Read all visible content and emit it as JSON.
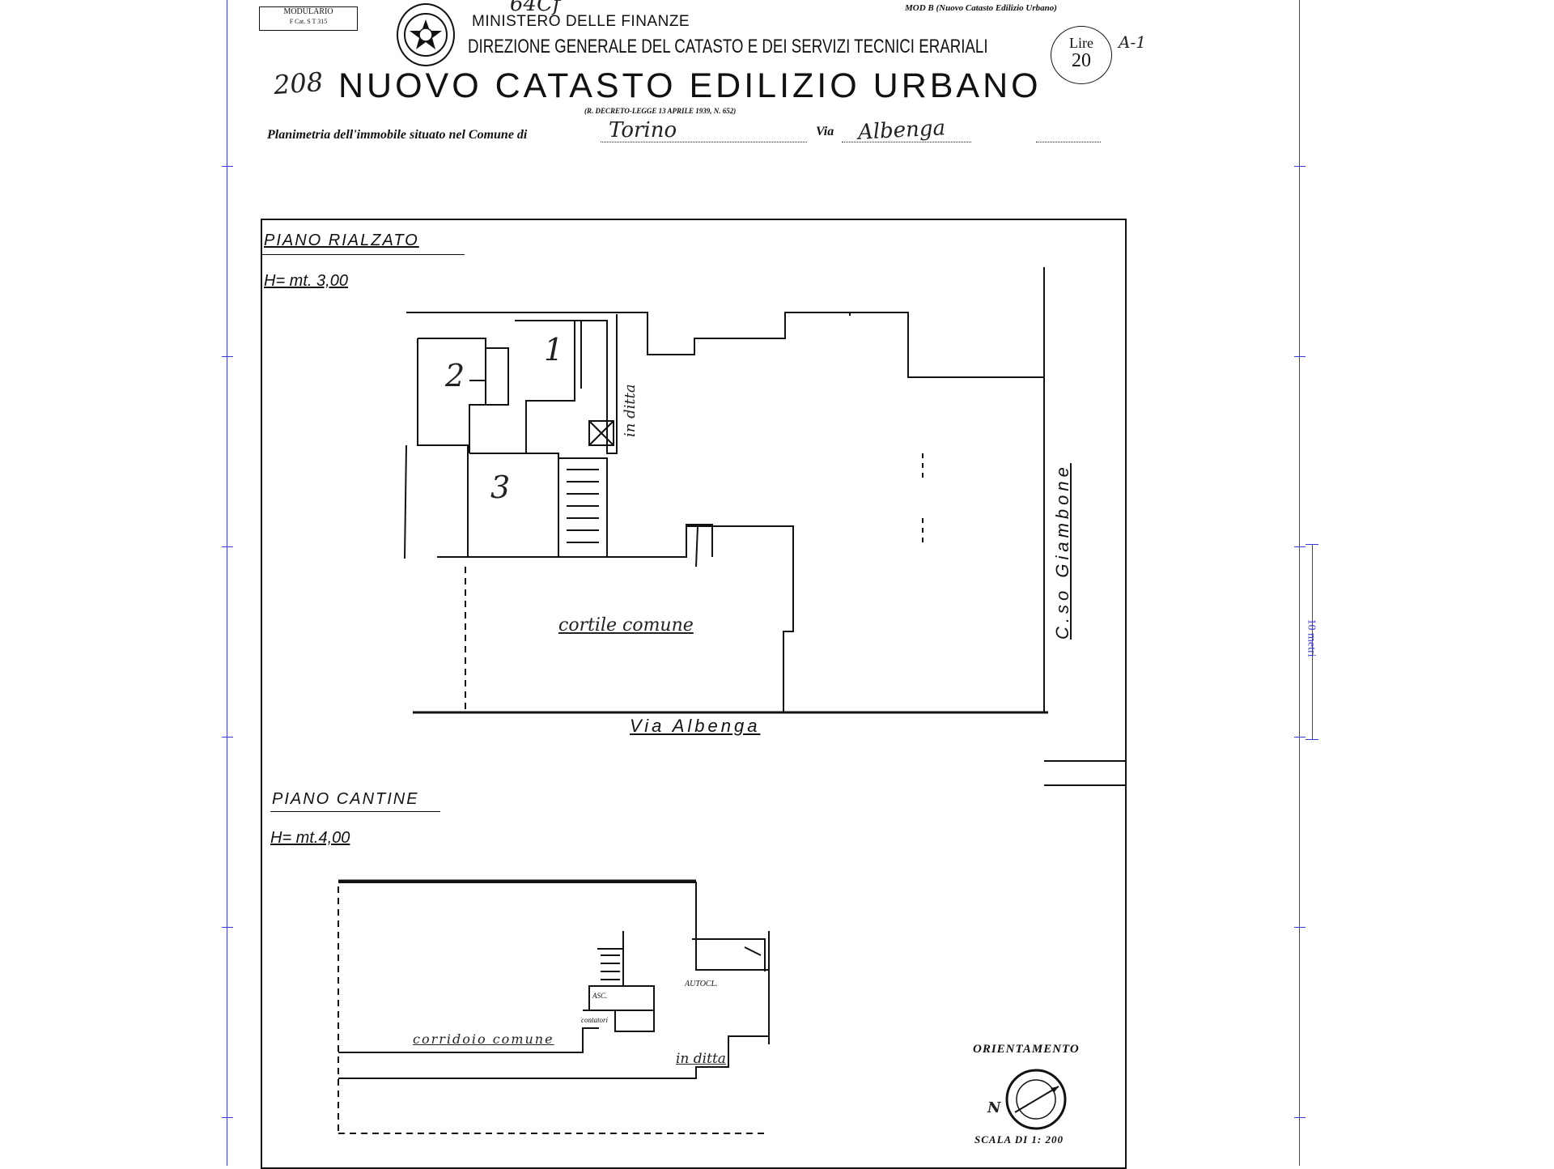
{
  "header": {
    "modulario": "MODULARIO",
    "modulario_code": "F   Cat. S T   315",
    "ministry": "MINISTERO DELLE FINANZE",
    "direction": "DIREZIONE GENERALE DEL CATASTO E DEI SERVIZI TECNICI ERARIALI",
    "title": "NUOVO CATASTO EDILIZIO URBANO",
    "decree": "(R. DECRETO-LEGGE 13 APRILE 1939, N. 652)",
    "mod_b": "MOD B (Nuovo Catasto Edilizio Urbano)",
    "lire_label": "Lire",
    "lire_value": "20",
    "number_handwritten": "208",
    "top_handwritten": "64Cf",
    "corner_handwritten": "A-1",
    "planimetria_label": "Planimetria dell'immobile situato nel Comune di",
    "comune": "Torino",
    "via_label": "Via",
    "via": "Albenga"
  },
  "plan_upper": {
    "title": "PIANO RIALZATO",
    "height": "H= mt. 3,00",
    "rooms": [
      "2",
      "1",
      "3"
    ],
    "courtyard": "cortile comune",
    "other_property": "in ditta",
    "street_bottom": "Via Albenga",
    "street_right": "C.so Giambone"
  },
  "plan_lower": {
    "title": "PIANO CANTINE",
    "height": "H= mt.4,00",
    "corridor": "corridoio comune",
    "other_property": "in ditta",
    "autocl": "AUTOCL.",
    "asc": "ASC.",
    "contatori": "contatori"
  },
  "orientation": {
    "label": "ORIENTAMENTO",
    "north": "N",
    "scale": "SCALA DI 1: 200"
  },
  "scale_bar": {
    "label": "10 metri"
  },
  "colors": {
    "guide": "#3a3ad8",
    "ink": "#111111"
  }
}
